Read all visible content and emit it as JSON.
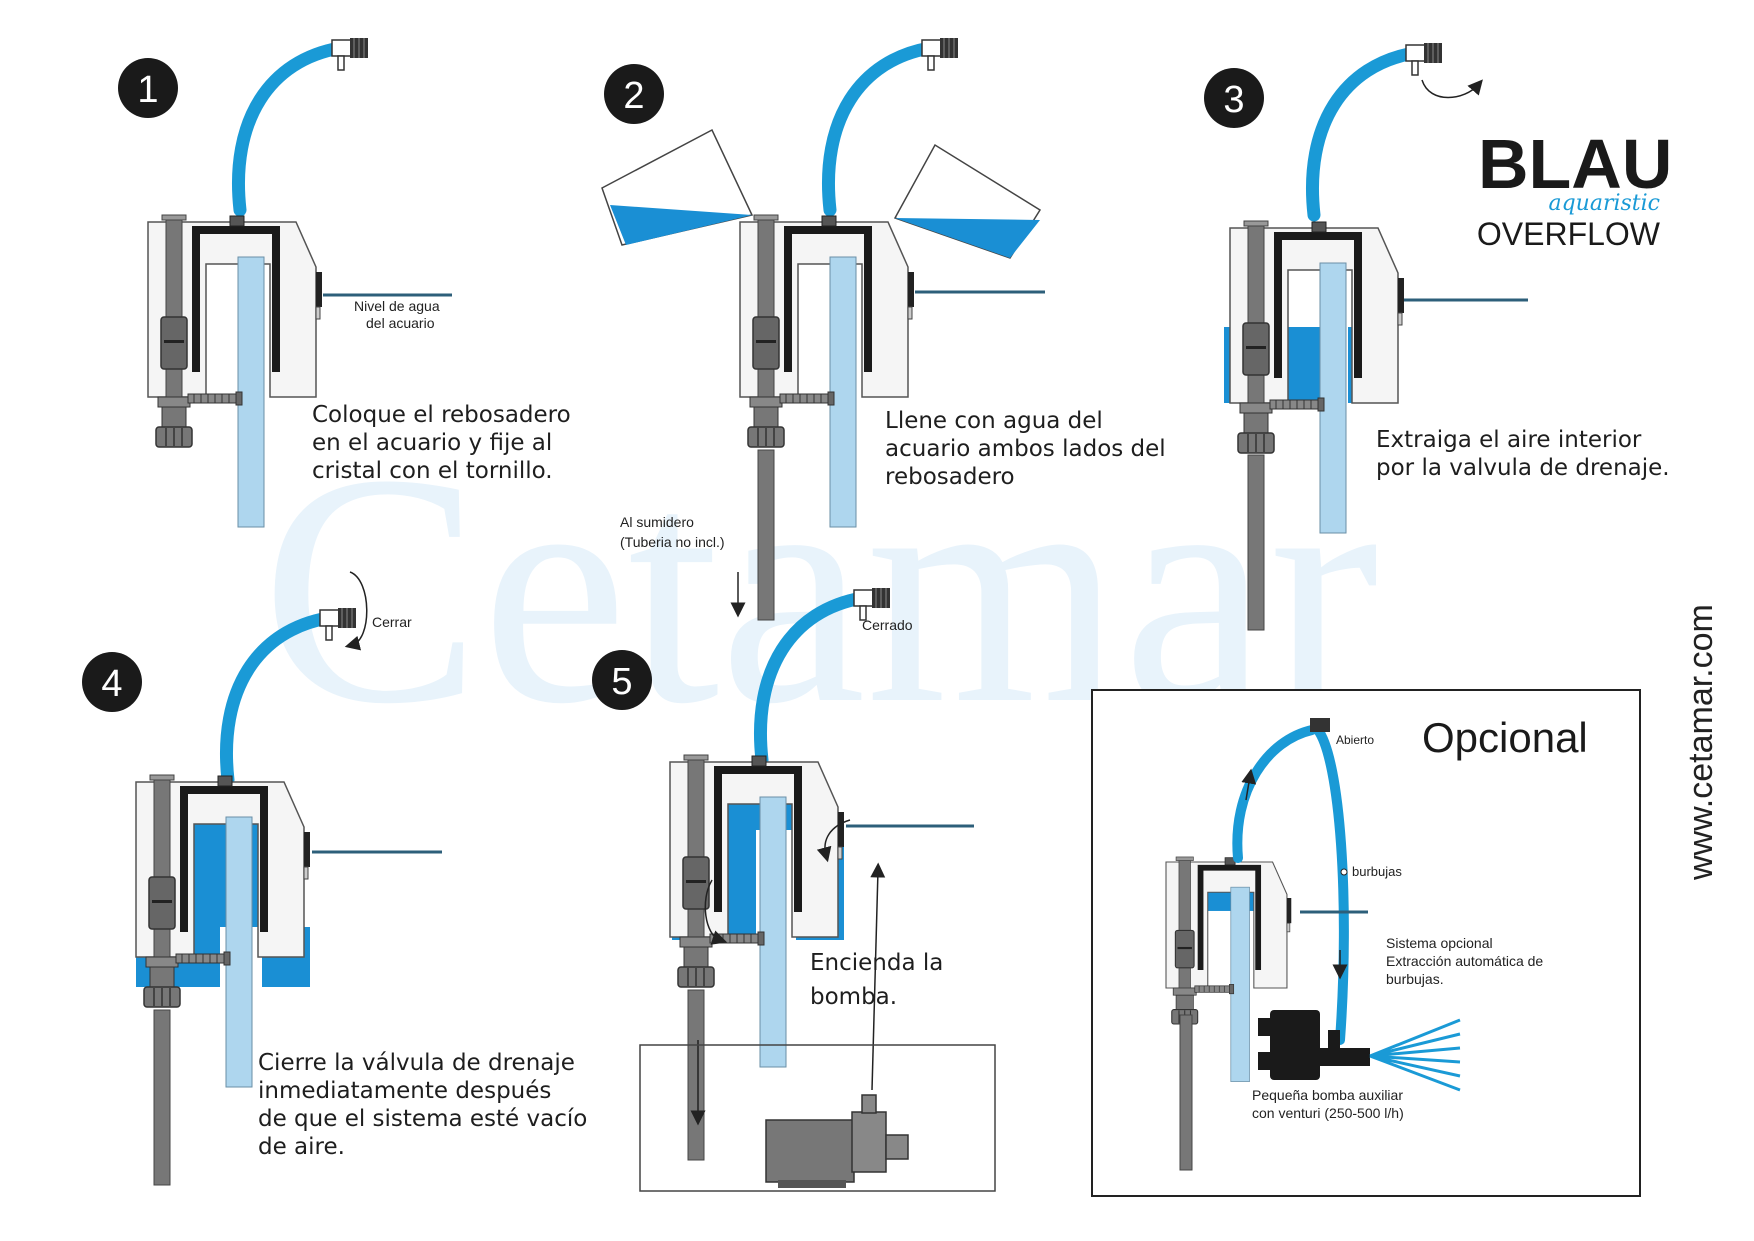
{
  "brand": {
    "logo": "BLAU",
    "logo_sub": "aquaristic",
    "product": "OVERFLOW",
    "watermark": "Cetamar",
    "website": "www.cetamar.com"
  },
  "steps": [
    {
      "number": "1",
      "caption": [
        "Coloque el rebosadero",
        "en el acuario y fije al",
        "cristal con el tornillo."
      ],
      "note": [
        "Nivel de agua",
        "del acuario"
      ]
    },
    {
      "number": "2",
      "caption": [
        "Llene con agua del",
        "acuario ambos lados del",
        "rebosadero"
      ],
      "note": [
        "Al sumidero",
        "(Tuberia no incl.)"
      ]
    },
    {
      "number": "3",
      "caption": [
        "Extraiga el aire interior",
        "por la valvula de drenaje."
      ]
    },
    {
      "number": "4",
      "caption": [
        "Cierre la válvula de drenaje",
        "inmediatamente después",
        "de que el sistema esté vacío",
        "de aire."
      ],
      "note": "Cerrar"
    },
    {
      "number": "5",
      "caption": [
        "Encienda la",
        "bomba."
      ],
      "note": "Cerrado"
    }
  ],
  "optional": {
    "title": "Opcional",
    "valve_label": "Abierto",
    "bubbles_label": "burbujas",
    "system_text": [
      "Sistema opcional",
      "Extracción automática de",
      "burbujas."
    ],
    "pump_text": [
      "Pequeña bomba auxiliar",
      "con venturi (250-500 l/h)"
    ]
  },
  "colors": {
    "hose": "#1a9ad6",
    "water": "#1a8fd4",
    "pipe_light": "#aed6ee",
    "frame": "#1a1a1a",
    "box": "#f3f3f3",
    "tube_gray": "#6f6f6f"
  }
}
